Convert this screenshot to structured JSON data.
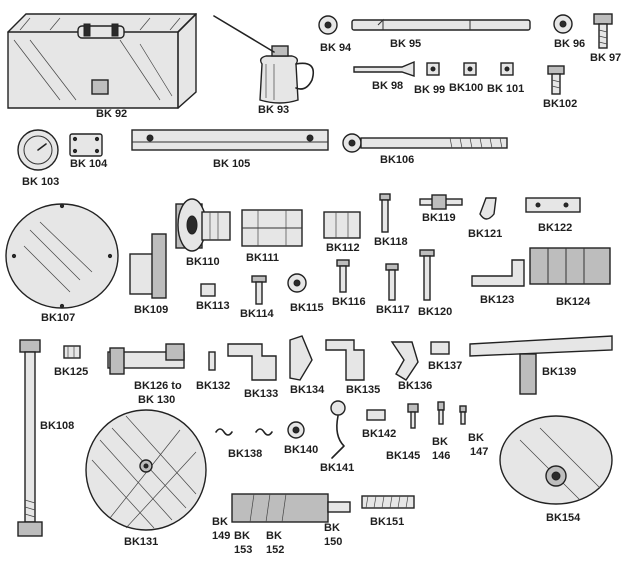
{
  "title": "",
  "colors": {
    "ink": "#222222",
    "shade": "#bdbdbd",
    "background": "#ffffff"
  },
  "parts": [
    {
      "id": "bk92",
      "label": "BK 92"
    },
    {
      "id": "bk93",
      "label": "BK 93"
    },
    {
      "id": "bk94",
      "label": "BK 94"
    },
    {
      "id": "bk95",
      "label": "BK 95"
    },
    {
      "id": "bk96",
      "label": "BK 96"
    },
    {
      "id": "bk97",
      "label": "BK 97"
    },
    {
      "id": "bk98",
      "label": "BK 98"
    },
    {
      "id": "bk99",
      "label": "BK 99"
    },
    {
      "id": "bk100",
      "label": "BK100"
    },
    {
      "id": "bk101",
      "label": "BK 101"
    },
    {
      "id": "bk102",
      "label": "BK102"
    },
    {
      "id": "bk103",
      "label": "BK 103"
    },
    {
      "id": "bk104",
      "label": "BK 104"
    },
    {
      "id": "bk105",
      "label": "BK 105"
    },
    {
      "id": "bk106",
      "label": "BK106"
    },
    {
      "id": "bk107",
      "label": "BK107"
    },
    {
      "id": "bk108",
      "label": "BK108"
    },
    {
      "id": "bk109",
      "label": "BK109"
    },
    {
      "id": "bk110",
      "label": "BK110"
    },
    {
      "id": "bk111",
      "label": "BK111"
    },
    {
      "id": "bk112",
      "label": "BK112"
    },
    {
      "id": "bk113",
      "label": "BK113"
    },
    {
      "id": "bk114",
      "label": "BK114"
    },
    {
      "id": "bk115",
      "label": "BK115"
    },
    {
      "id": "bk116",
      "label": "BK116"
    },
    {
      "id": "bk117",
      "label": "BK117"
    },
    {
      "id": "bk118",
      "label": "BK118"
    },
    {
      "id": "bk119",
      "label": "BK119"
    },
    {
      "id": "bk120",
      "label": "BK120"
    },
    {
      "id": "bk121",
      "label": "BK121"
    },
    {
      "id": "bk122",
      "label": "BK122"
    },
    {
      "id": "bk123",
      "label": "BK123"
    },
    {
      "id": "bk124",
      "label": "BK124"
    },
    {
      "id": "bk125",
      "label": "BK125"
    },
    {
      "id": "bk126",
      "label": "BK126 to"
    },
    {
      "id": "bk130",
      "label": "BK 130"
    },
    {
      "id": "bk131",
      "label": "BK131"
    },
    {
      "id": "bk132",
      "label": "BK132"
    },
    {
      "id": "bk133",
      "label": "BK133"
    },
    {
      "id": "bk134",
      "label": "BK134"
    },
    {
      "id": "bk135",
      "label": "BK135"
    },
    {
      "id": "bk136",
      "label": "BK136"
    },
    {
      "id": "bk137",
      "label": "BK137"
    },
    {
      "id": "bk138",
      "label": "BK138"
    },
    {
      "id": "bk139",
      "label": "BK139"
    },
    {
      "id": "bk140",
      "label": "BK140"
    },
    {
      "id": "bk141",
      "label": "BK141"
    },
    {
      "id": "bk142",
      "label": "BK142"
    },
    {
      "id": "bk145",
      "label": "BK145"
    },
    {
      "id": "bk146a",
      "label": "BK"
    },
    {
      "id": "bk146b",
      "label": "146"
    },
    {
      "id": "bk147a",
      "label": "BK"
    },
    {
      "id": "bk147b",
      "label": "147"
    },
    {
      "id": "bk149a",
      "label": "BK"
    },
    {
      "id": "bk149b",
      "label": "149"
    },
    {
      "id": "bk153a",
      "label": "BK"
    },
    {
      "id": "bk153b",
      "label": "153"
    },
    {
      "id": "bk152a",
      "label": "BK"
    },
    {
      "id": "bk152b",
      "label": "152"
    },
    {
      "id": "bk150a",
      "label": "BK"
    },
    {
      "id": "bk150b",
      "label": "150"
    },
    {
      "id": "bk151",
      "label": "BK151"
    },
    {
      "id": "bk154",
      "label": "BK154"
    }
  ]
}
